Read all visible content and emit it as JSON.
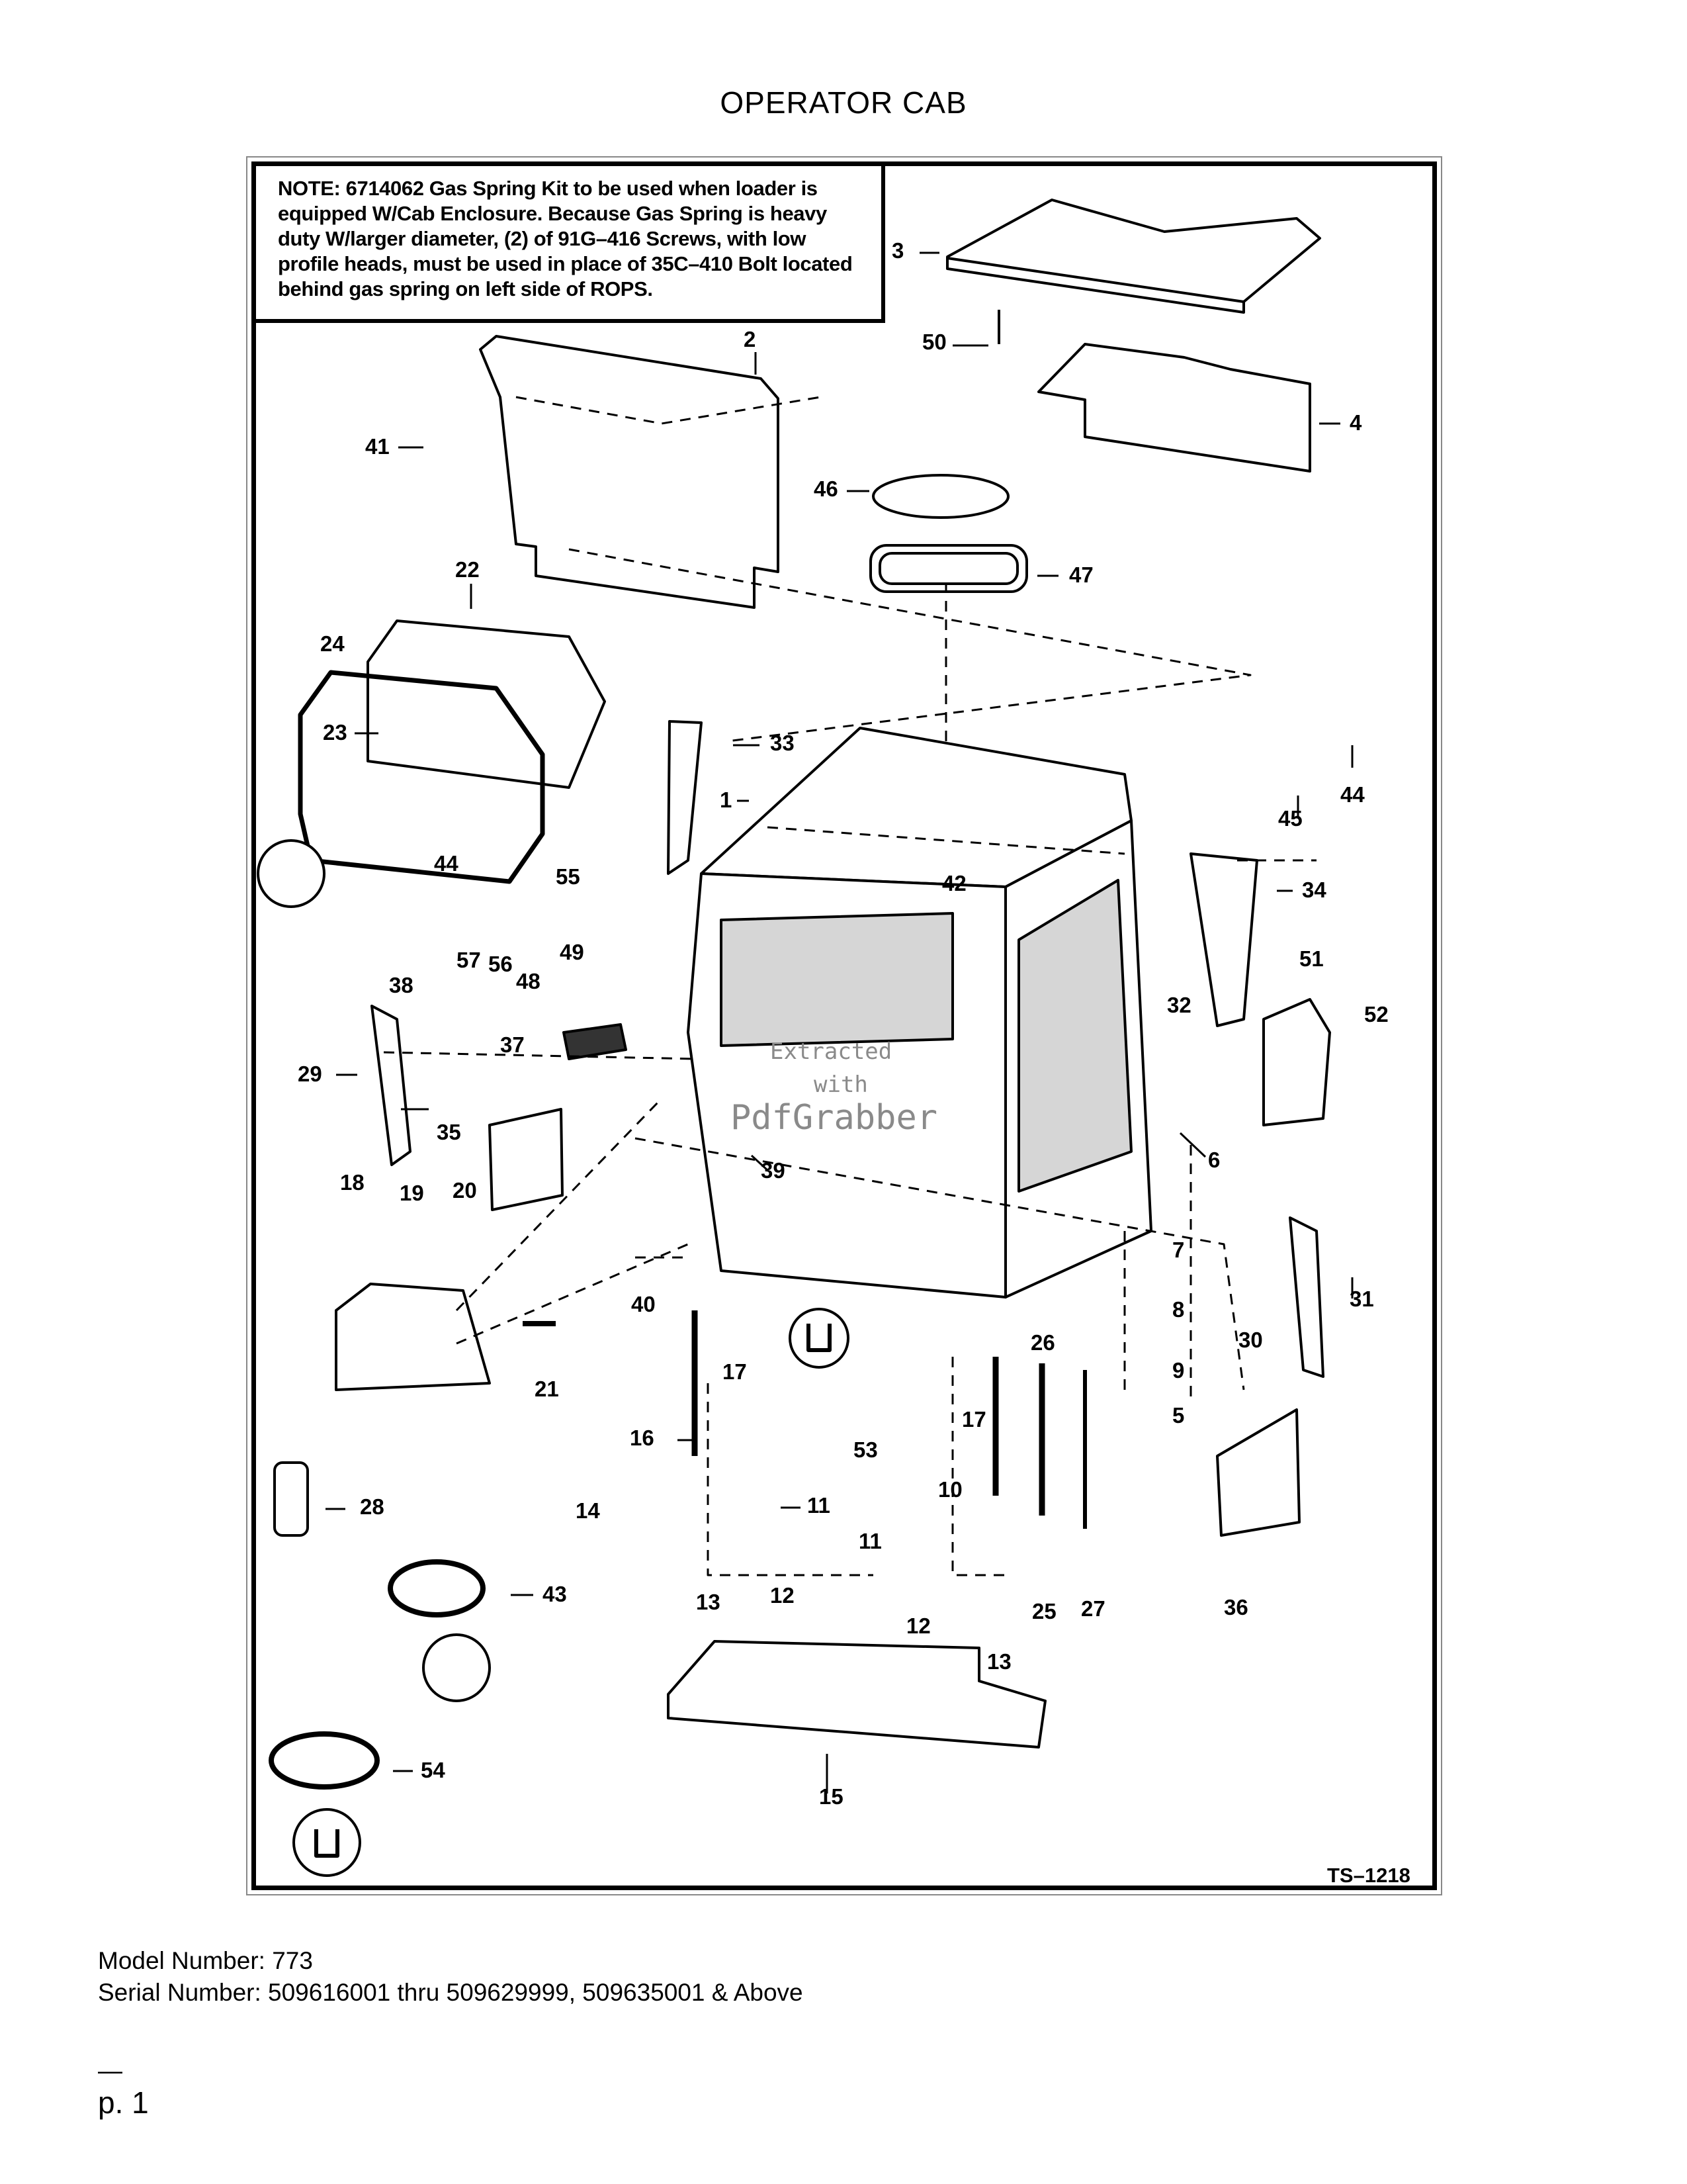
{
  "title": "OPERATOR CAB",
  "note": {
    "label": "NOTE:",
    "text": "6714062 Gas Spring Kit to be used when loader is equipped W/Cab Enclosure.  Because Gas Spring is heavy duty W/larger diameter, (2) of 91G–416 Screws, with low profile heads, must be used in place of 35C–410 Bolt located behind gas spring on left side of ROPS."
  },
  "drawing_code": "TS–1218",
  "watermark": {
    "line1": "Extracted",
    "line2": "with",
    "line3": "PdfGrabber"
  },
  "callouts": [
    "1",
    "2",
    "3",
    "4",
    "5",
    "6",
    "7",
    "8",
    "9",
    "10",
    "11",
    "11",
    "12",
    "12",
    "13",
    "13",
    "14",
    "15",
    "16",
    "17",
    "17",
    "18",
    "19",
    "20",
    "21",
    "22",
    "23",
    "24",
    "25",
    "26",
    "27",
    "28",
    "29",
    "30",
    "31",
    "32",
    "33",
    "34",
    "35",
    "36",
    "37",
    "38",
    "39",
    "40",
    "41",
    "42",
    "43",
    "44",
    "44",
    "45",
    "46",
    "47",
    "48",
    "49",
    "50",
    "51",
    "52",
    "53",
    "54",
    "55",
    "56",
    "57"
  ],
  "footer": {
    "model": "Model Number: 773",
    "serial": "Serial Number: 509616001 thru 509629999, 509635001 & Above",
    "dash": "—",
    "page": "p. 1"
  }
}
